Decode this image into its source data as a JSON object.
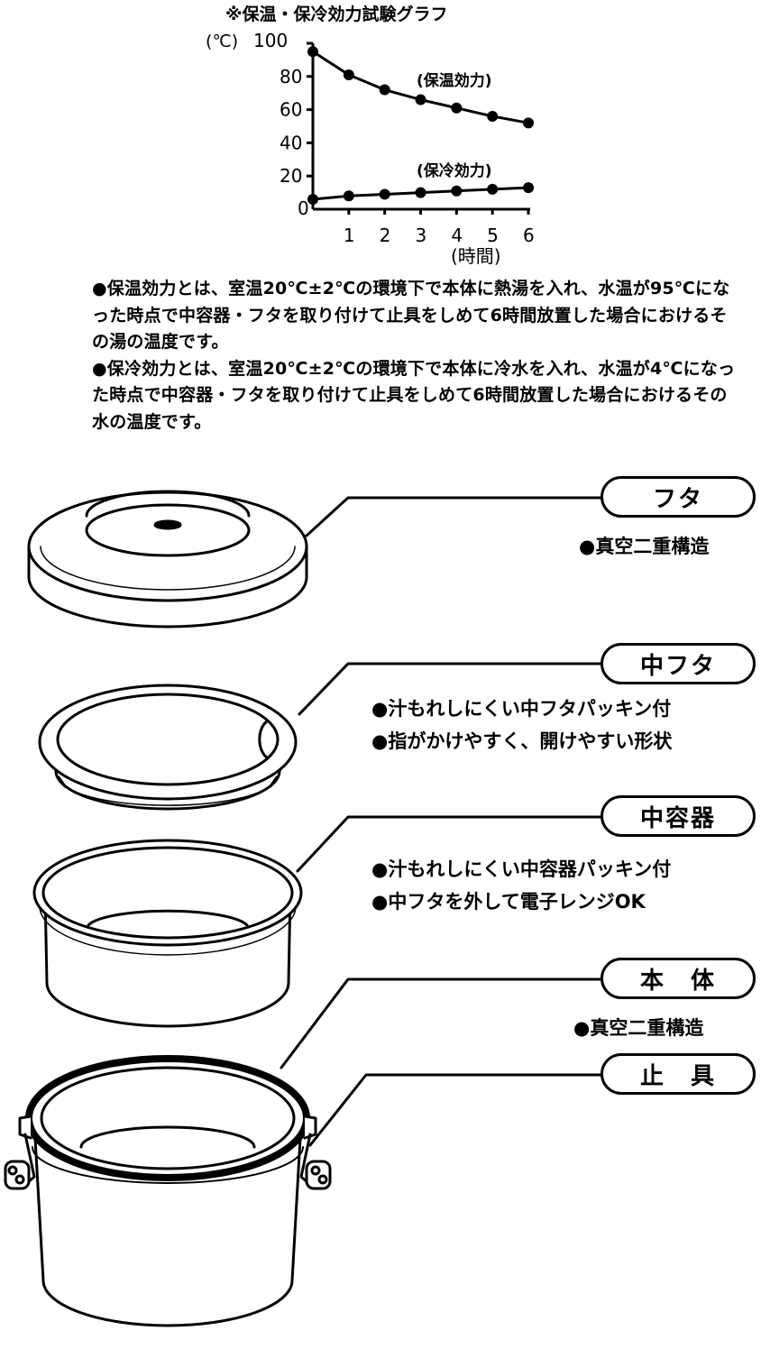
{
  "chart_data": {
    "type": "line",
    "title": "※保温・保冷効力試験グラフ",
    "ylabel": "(℃)",
    "xlabel": "(時間)",
    "x": [
      0,
      1,
      2,
      3,
      4,
      5,
      6
    ],
    "xticks": [
      "0",
      "1",
      "2",
      "3",
      "4",
      "5",
      "6"
    ],
    "yticks": [
      "20",
      "40",
      "60",
      "80",
      "100"
    ],
    "ylim": [
      0,
      100
    ],
    "xlim": [
      0,
      6
    ],
    "grid": false,
    "series": [
      {
        "name": "(保温効力)",
        "values": [
          95,
          81,
          72,
          66,
          61,
          56,
          52
        ]
      },
      {
        "name": "(保冷効力)",
        "values": [
          6,
          8,
          9,
          10,
          11,
          12,
          13
        ]
      }
    ]
  },
  "notes": [
    "●保温効力とは、室温20℃±2℃の環境下で本体に熱湯を入れ、水温が95℃になった時点で中容器・フタを取り付けて止具をしめて6時間放置した場合におけるその湯の温度です。",
    "●保冷効力とは、室温20℃±2℃の環境下で本体に冷水を入れ、水温が4℃になった時点で中容器・フタを取り付けて止具をしめて6時間放置した場合におけるその水の温度です。"
  ],
  "parts": {
    "lid": {
      "label": "フタ",
      "features": [
        "●真空二重構造"
      ]
    },
    "inner_lid": {
      "label": "中フタ",
      "features": [
        "●汁もれしにくい中フタパッキン付",
        "●指がかけやすく、開けやすい形状"
      ]
    },
    "inner_container": {
      "label": "中容器",
      "features": [
        "●汁もれしにくい中容器パッキン付",
        "●中フタを外して電子レンジOK"
      ]
    },
    "body": {
      "label": "本　体",
      "features": [
        "●真空二重構造"
      ]
    },
    "clasp": {
      "label": "止　具"
    }
  }
}
